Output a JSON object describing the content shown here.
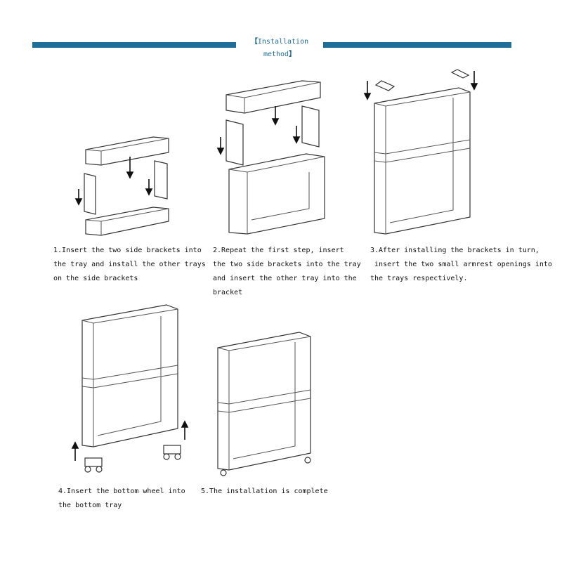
{
  "header": {
    "title": "Installation method"
  },
  "steps": [
    {
      "lines": [
        "1.Insert the two side brackets into",
        "the tray and install the other trays",
        "on the side brackets"
      ]
    },
    {
      "lines": [
        "2.Repeat the first step, insert",
        "the two side brackets into the tray",
        "and insert the other tray into the",
        "bracket"
      ]
    },
    {
      "lines": [
        "3.After installing the brackets in turn,",
        " insert the two small armrest openings into",
        "the trays respectively."
      ]
    },
    {
      "lines": [
        "4.Insert the bottom wheel into",
        "the bottom tray"
      ]
    },
    {
      "lines": [
        "5.The installation is complete"
      ]
    }
  ]
}
